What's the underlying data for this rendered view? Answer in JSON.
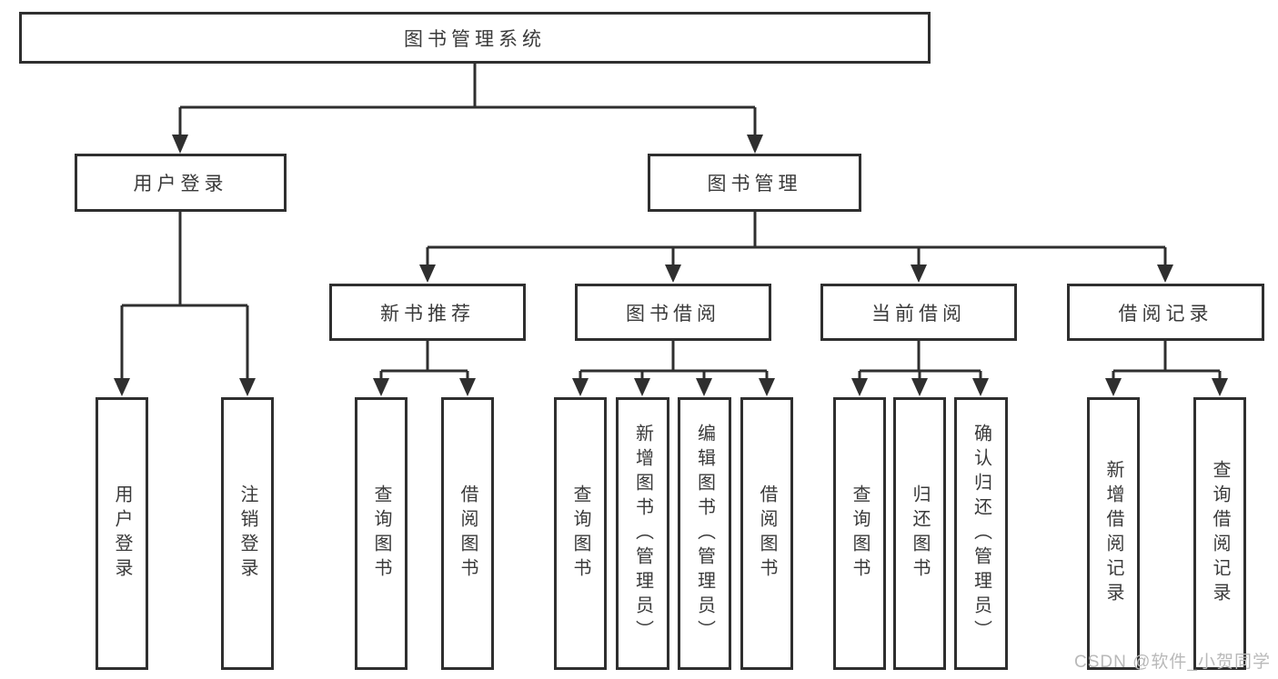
{
  "diagram": {
    "root": {
      "label": "图书管理系统"
    },
    "level2": [
      {
        "label": "用户登录"
      },
      {
        "label": "图书管理"
      }
    ],
    "level3": [
      {
        "label": "新书推荐"
      },
      {
        "label": "图书借阅"
      },
      {
        "label": "当前借阅"
      },
      {
        "label": "借阅记录"
      }
    ],
    "leaves": [
      {
        "label": "用户登录"
      },
      {
        "label": "注销登录"
      },
      {
        "label": "查询图书"
      },
      {
        "label": "借阅图书"
      },
      {
        "label": "查询图书"
      },
      {
        "label": "新增图书（管理员）"
      },
      {
        "label": "编辑图书（管理员）"
      },
      {
        "label": "借阅图书"
      },
      {
        "label": "查询图书"
      },
      {
        "label": "归还图书"
      },
      {
        "label": "确认归还（管理员）"
      },
      {
        "label": "新增借阅记录"
      },
      {
        "label": "查询借阅记录"
      }
    ]
  },
  "watermark": "CSDN @软件_小贺同学",
  "colors": {
    "line": "#2f2f2f",
    "text": "#3a3a3a",
    "watermark": "#b9b9b9",
    "background": "#ffffff"
  }
}
